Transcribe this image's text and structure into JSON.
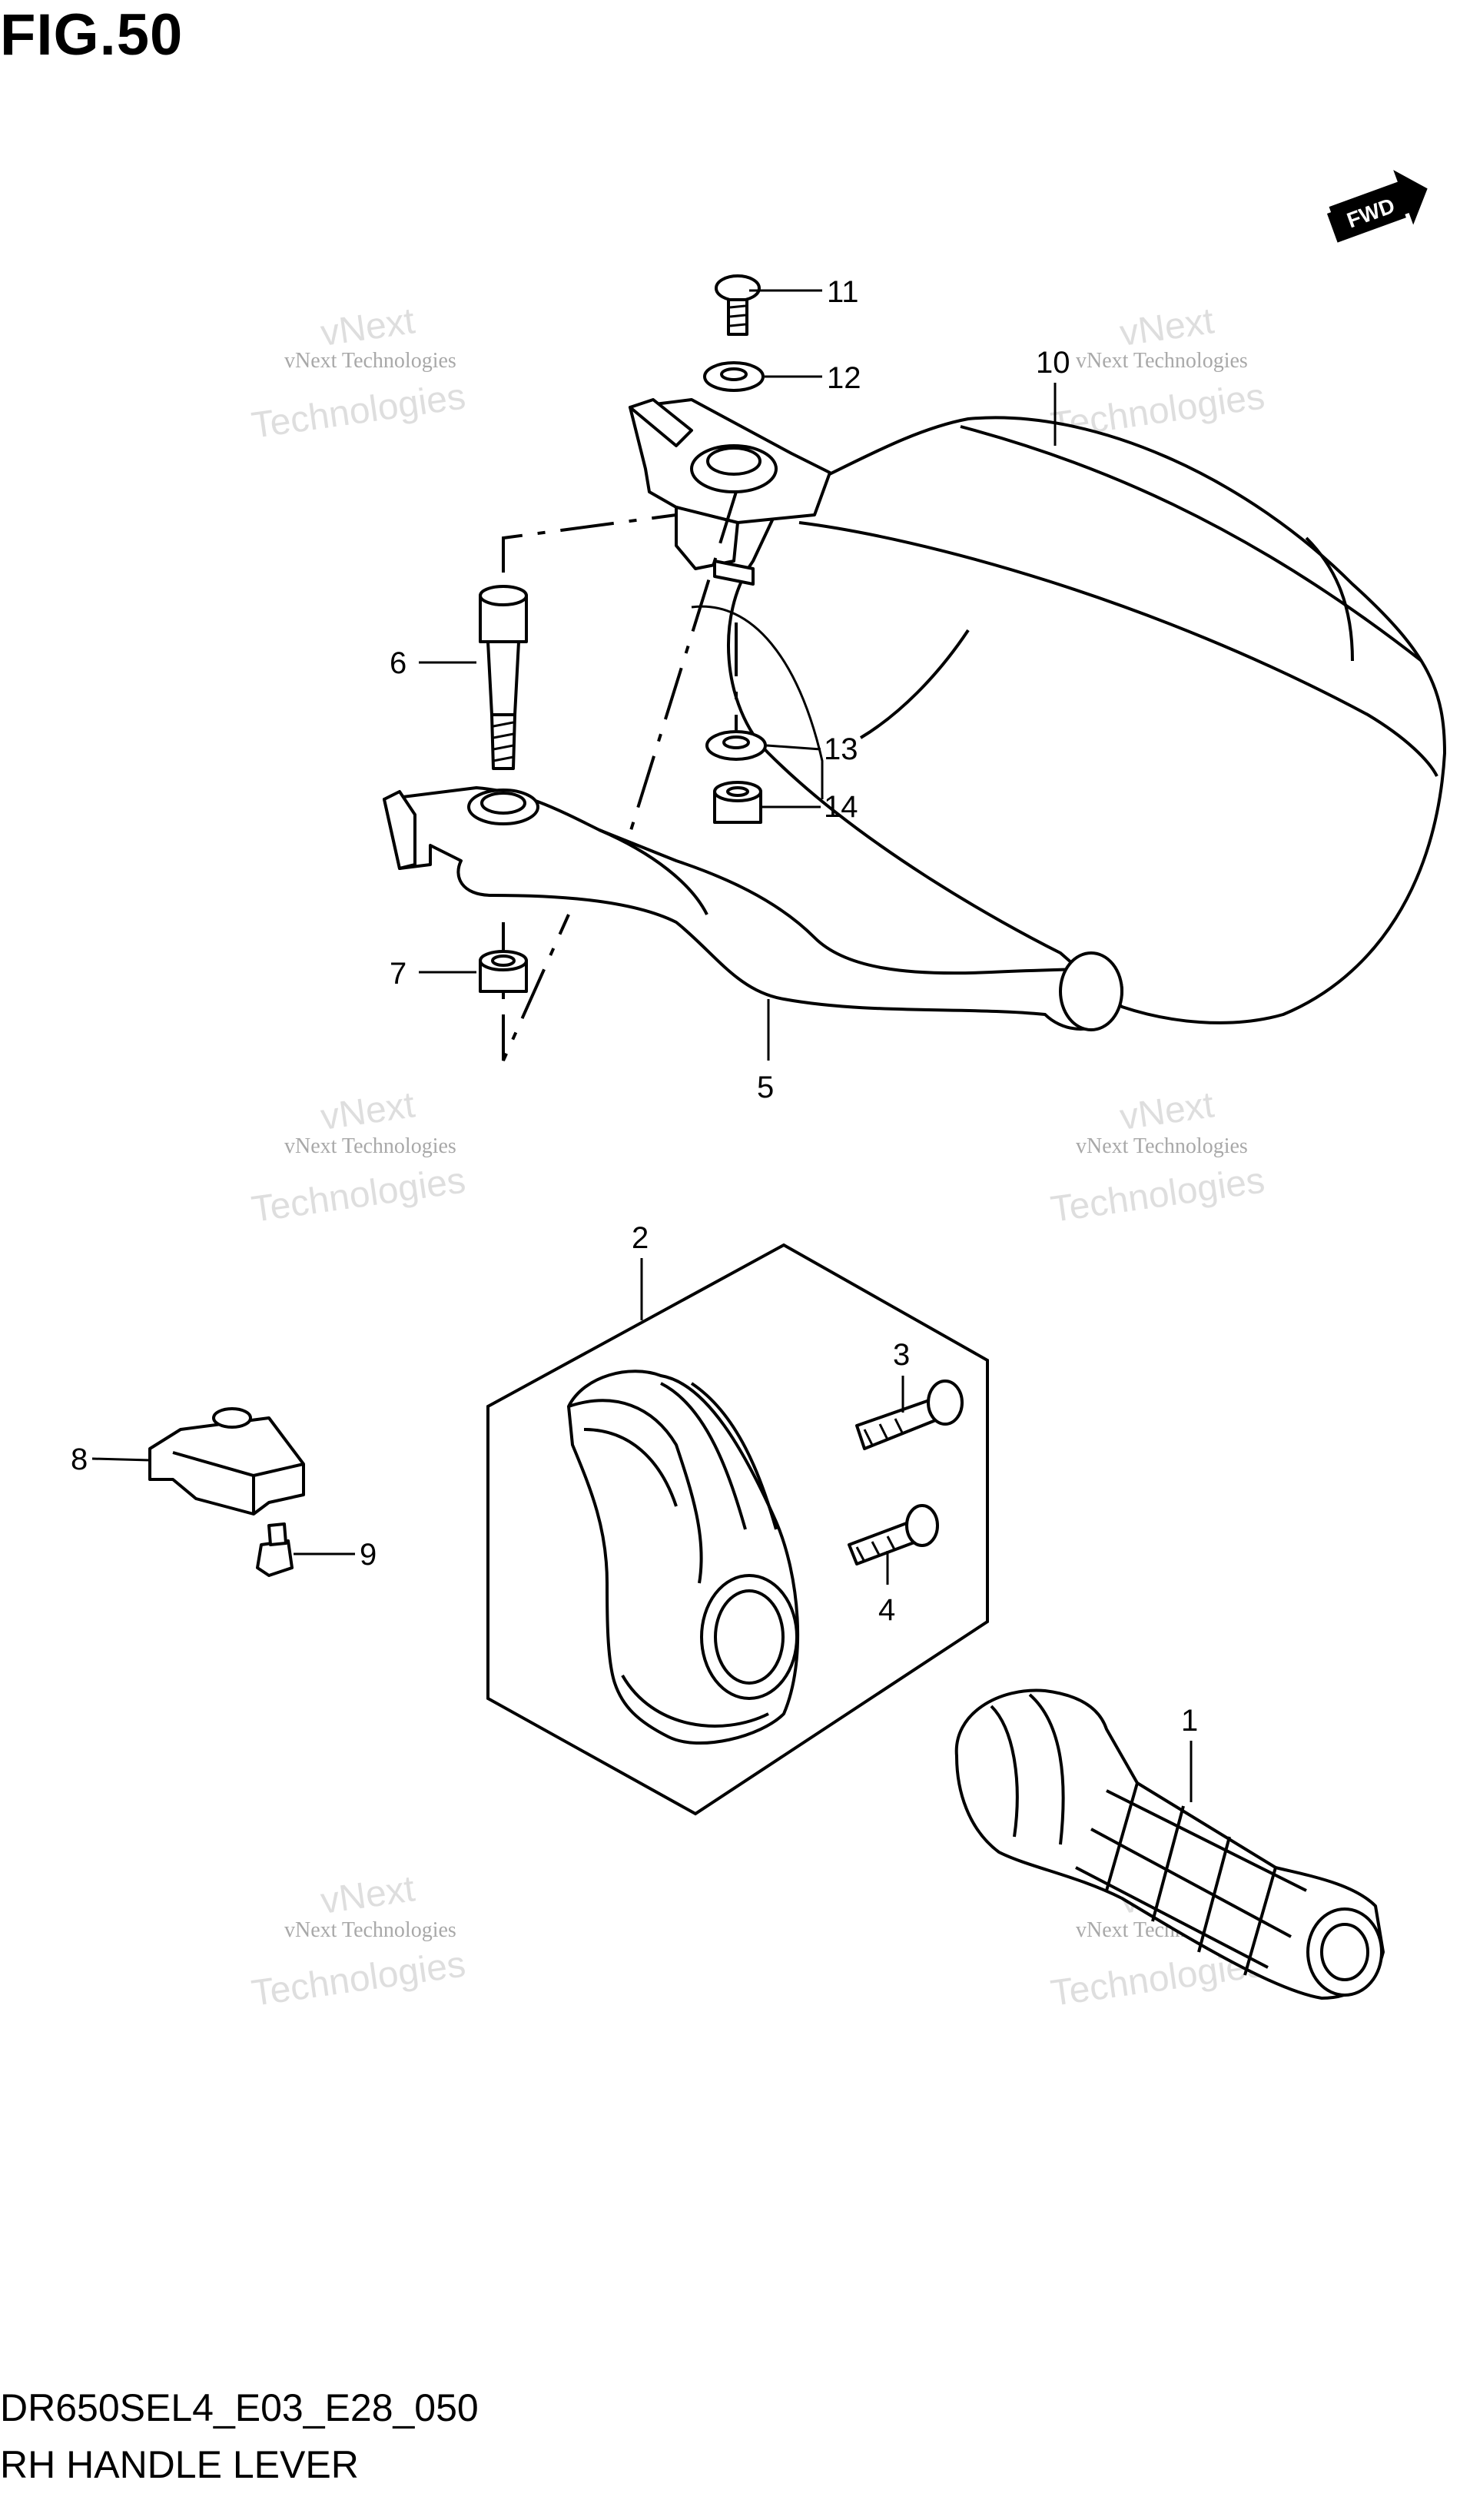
{
  "figure": {
    "title": "FIG.50"
  },
  "footer": {
    "code": "DR650SEL4_E03_E28_050",
    "name": "RH HANDLE LEVER"
  },
  "fwd_badge": {
    "label": "FWD"
  },
  "watermark": {
    "line1": "vNext Technologies",
    "line2": "vNext",
    "line3": "Technologies"
  },
  "callouts": {
    "p1": "1",
    "p2": "2",
    "p3": "3",
    "p4": "4",
    "p5": "5",
    "p6": "6",
    "p7": "7",
    "p8": "8",
    "p9": "9",
    "p10": "10",
    "p11": "11",
    "p12": "12",
    "p13": "13",
    "p14": "14"
  }
}
